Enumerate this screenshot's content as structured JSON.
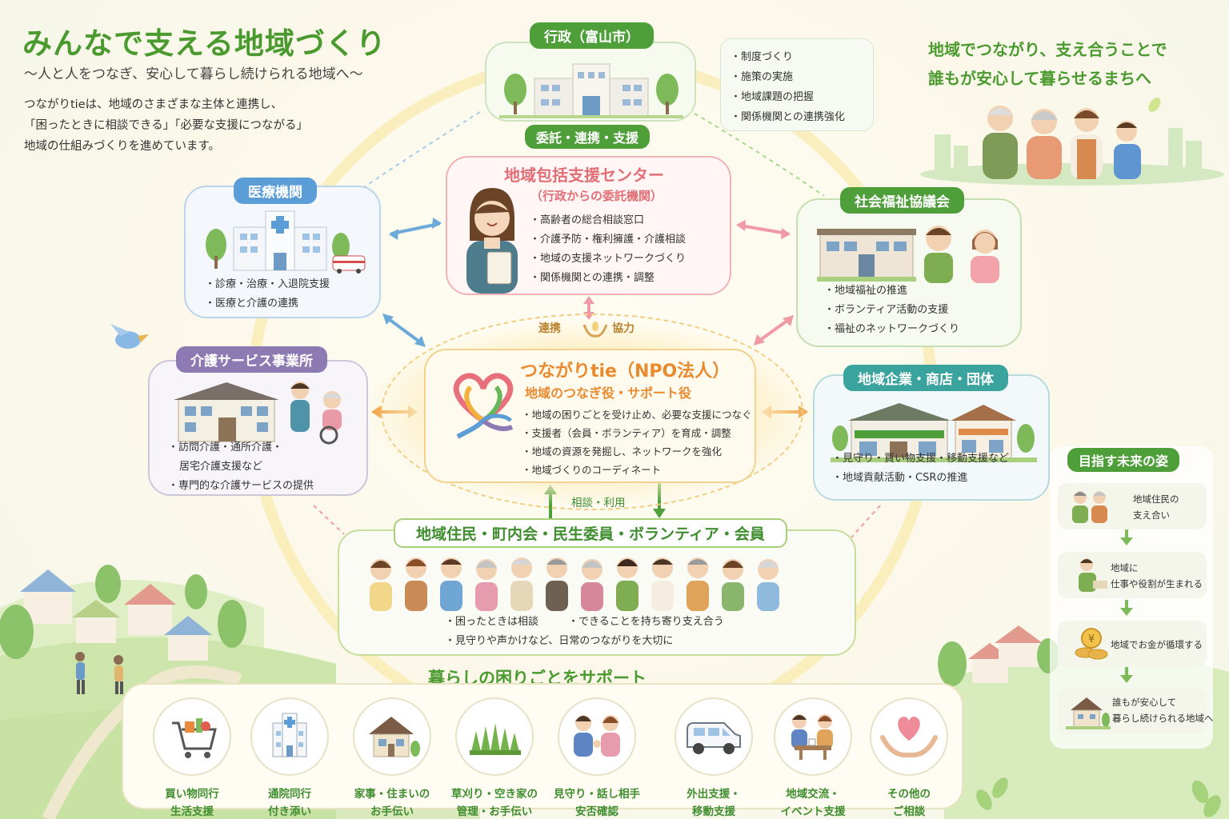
{
  "header": {
    "title": "みんなで支える地域づくり",
    "subtitle": "〜人と人をつなぎ、安心して暮らし続けられる地域へ〜",
    "intro": [
      "つながりtieは、地域のさまざまな主体と連携し、",
      "「困ったときに相談できる」「必要な支援につながる」",
      "地域の仕組みづくりを進めています。"
    ]
  },
  "slogan": [
    "地域でつながり、支え合うことで",
    "誰もが安心して暮らせるまちへ"
  ],
  "government": {
    "tag": "行政（富山市）",
    "duties": [
      "制度づくり",
      "施策の実施",
      "地域課題の把握",
      "関係機関との連携強化"
    ],
    "delegation": "委託・連携・支援"
  },
  "center": {
    "title": "地域包括支援センター",
    "subtitle": "（行政からの委託機関）",
    "items": [
      "高齢者の総合相談窓口",
      "介護予防・権利擁護・介護相談",
      "地域の支援ネットワークづくり",
      "関係機関との連携・調整"
    ]
  },
  "medical": {
    "tag": "医療機関",
    "items": [
      "診療・治療・入退院支援",
      "医療と介護の連携"
    ]
  },
  "council": {
    "tag": "社会福祉協議会",
    "items": [
      "地域福祉の推進",
      "ボランティア活動の支援",
      "福祉のネットワークづくり"
    ]
  },
  "care": {
    "tag": "介護サービス事業所",
    "items": [
      "訪問介護・通所介護・",
      "居宅介護支援など",
      "専門的な介護サービスの提供"
    ]
  },
  "business": {
    "tag": "地域企業・商店・団体",
    "items": [
      "見守り・買い物支援・移動支援など",
      "地域貢献活動・CSRの推進"
    ]
  },
  "tie": {
    "title": "つながりtie（NPO法人）",
    "subtitle": "地域のつなぎ役・サポート役",
    "cooperation_left": "連携",
    "cooperation_right": "協力",
    "consult_label": "相談・利用",
    "items": [
      "地域の困りごとを受け止め、必要な支援につなぐ",
      "支援者（会員・ボランティア）を育成・調整",
      "地域の資源を発掘し、ネットワークを強化",
      "地域づくりのコーディネート"
    ]
  },
  "residents": {
    "tag": "地域住民・町内会・民生委員・ボランティア・会員",
    "items": [
      "困ったときは相談",
      "できることを持ち寄り支え合う",
      "見守りや声かけなど、日常のつながりを大切に"
    ]
  },
  "support": {
    "heading": "暮らしの困りごとをサポート",
    "services": [
      {
        "line1": "買い物同行",
        "line2": "生活支援",
        "icon": "shopping-cart-icon"
      },
      {
        "line1": "通院同行",
        "line2": "付き添い",
        "icon": "hospital-icon"
      },
      {
        "line1": "家事・住まいの",
        "line2": "お手伝い",
        "icon": "house-icon"
      },
      {
        "line1": "草刈り・空き家の",
        "line2": "管理・お手伝い",
        "icon": "grass-icon"
      },
      {
        "line1": "見守り・話し相手",
        "line2": "安否確認",
        "icon": "conversation-icon"
      },
      {
        "line1": "外出支援・",
        "line2": "移動支援",
        "icon": "van-icon"
      },
      {
        "line1": "地域交流・",
        "line2": "イベント支援",
        "icon": "community-icon"
      },
      {
        "line1": "その他の",
        "line2": "ご相談",
        "icon": "heart-hands-icon"
      }
    ]
  },
  "future": {
    "tag": "目指す未来の姿",
    "steps": [
      {
        "text": [
          "地域住民の",
          "支え合い"
        ],
        "icon": "residents-icon"
      },
      {
        "text": [
          "地域に",
          "仕事や役割が生まれる"
        ],
        "icon": "work-icon"
      },
      {
        "text": [
          "地域でお金が循環する"
        ],
        "icon": "coin-icon"
      },
      {
        "text": [
          "誰もが安心して",
          "暮らし続けられる地域へ"
        ],
        "icon": "home-icon"
      }
    ]
  },
  "colors": {
    "green": "#4b9a2f",
    "pink": "#e26e76",
    "blue": "#5b9dd6",
    "purple": "#8d7ab2",
    "teal": "#3aa39d",
    "orange": "#ea8a2f"
  }
}
